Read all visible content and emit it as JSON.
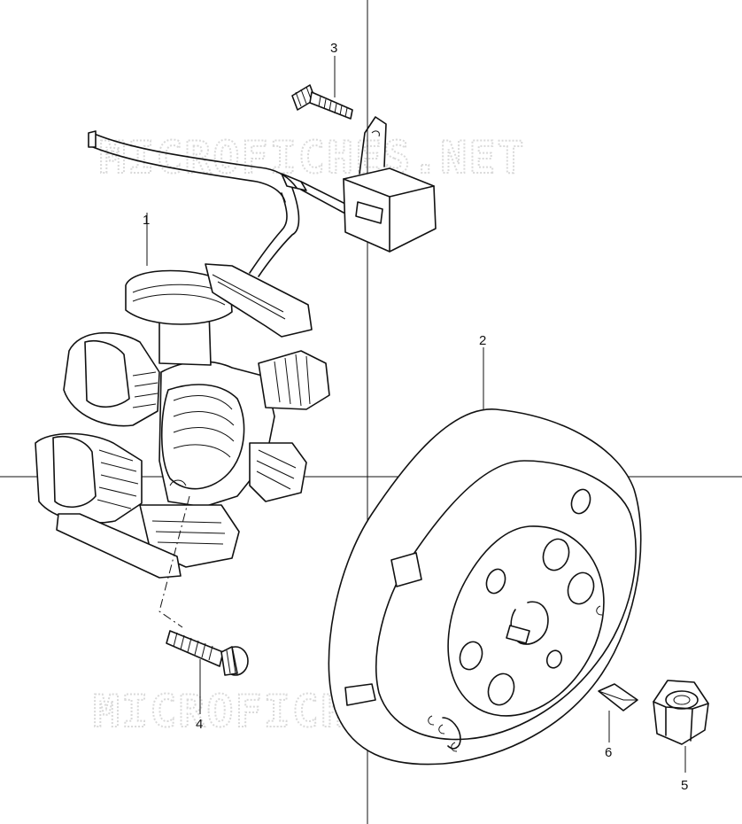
{
  "watermark": {
    "text": "MICROFICHES.NET"
  },
  "callouts": {
    "c1": "1",
    "c2": "2",
    "c3": "3",
    "c4": "4",
    "c5": "5",
    "c6": "6"
  },
  "parts": [
    {
      "ref": "1",
      "shape": "stator-coil-with-wiring"
    },
    {
      "ref": "2",
      "shape": "flywheel-rotor"
    },
    {
      "ref": "3",
      "shape": "screw"
    },
    {
      "ref": "4",
      "shape": "bolt"
    },
    {
      "ref": "5",
      "shape": "nut"
    },
    {
      "ref": "6",
      "shape": "key"
    }
  ],
  "colors": {
    "line": "#111111",
    "watermark": "#d9d9d9",
    "background": "#ffffff"
  }
}
